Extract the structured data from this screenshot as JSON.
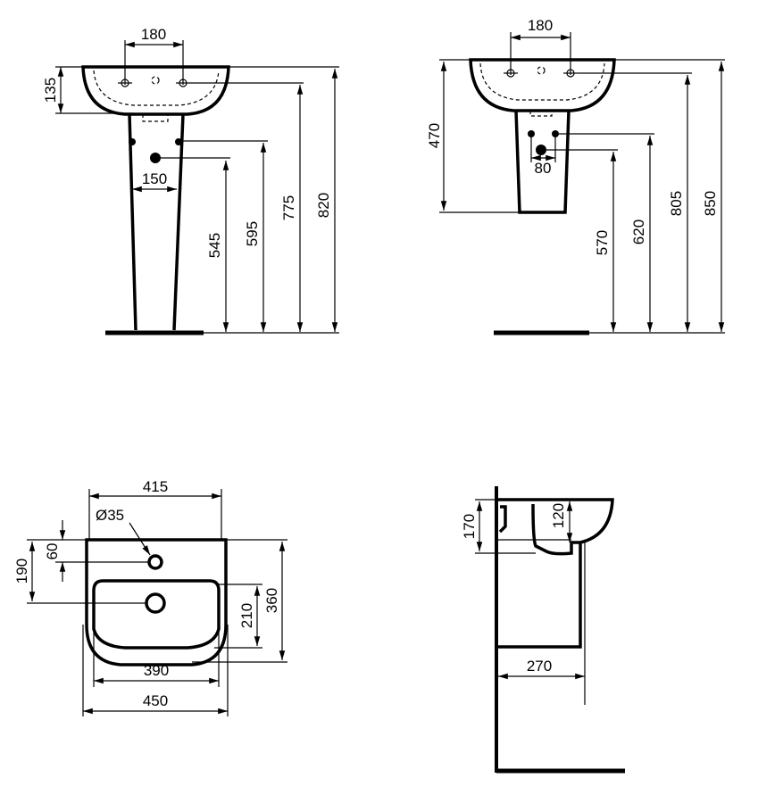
{
  "views": {
    "front_pedestal": {
      "dims": {
        "tap_spacing": "180",
        "basin_height": "135",
        "pedestal_width": "150",
        "waste_height": "545",
        "supply_height": "595",
        "tap_height": "775",
        "rim_height": "820"
      }
    },
    "front_semipedestal": {
      "dims": {
        "tap_spacing": "180",
        "overall_height": "470",
        "supply_spacing": "80",
        "waste_height": "570",
        "supply_height": "620",
        "tap_height": "805",
        "rim_height": "850"
      }
    },
    "plan": {
      "dims": {
        "inner_width_top": "415",
        "tap_hole_diameter": "Ø35",
        "tap_hole_offset": "60",
        "drain_offset": "190",
        "bowl_depth": "210",
        "overall_depth": "360",
        "bowl_width": "390",
        "overall_width": "450"
      }
    },
    "side_section": {
      "dims": {
        "basin_height": "170",
        "bowl_depth": "120",
        "projection": "270"
      }
    }
  }
}
